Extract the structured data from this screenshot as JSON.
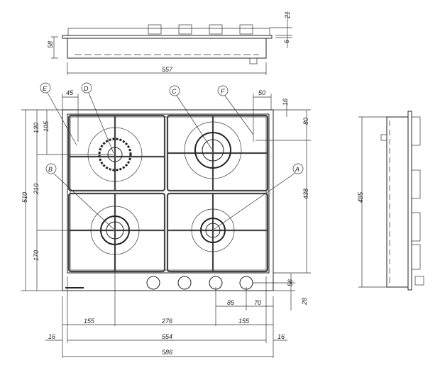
{
  "title": "Gas hob dimensional drawing",
  "front_view": {
    "height_58": "58",
    "width_557": "557",
    "top_21": "21",
    "top_6": "6"
  },
  "callouts": {
    "E": "E",
    "D": "D",
    "C": "C",
    "F": "F",
    "B": "B",
    "A": "A"
  },
  "plan_view": {
    "left_45": "45",
    "right_50": "50",
    "top_16": "16",
    "d_105": "105",
    "d_130": "130",
    "d_80": "80",
    "d_510": "510",
    "d_210": "210",
    "d_438": "438",
    "d_170": "170",
    "d_56": "56",
    "d_28": "28",
    "d_85": "85",
    "d_70": "70",
    "d_155a": "155",
    "d_276": "276",
    "d_155b": "155",
    "d_16a": "16",
    "d_554": "554",
    "d_16b": "16",
    "d_586": "586"
  },
  "side_view": {
    "depth_485": "485"
  }
}
